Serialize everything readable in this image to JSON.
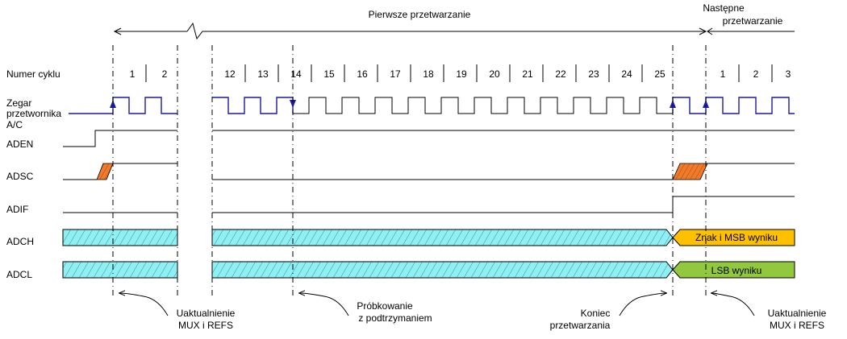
{
  "header": {
    "first_conversion": "Pierwsze przetwarzanie",
    "next_conversion_line1": "Następne",
    "next_conversion_line2": "przetwarzanie"
  },
  "signals": {
    "cycle_number": "Numer cyklu",
    "clock_line1": "Zegar",
    "clock_line2": "przetwornika",
    "clock_line3": "A/C",
    "aden": "ADEN",
    "adsc": "ADSC",
    "adif": "ADIF",
    "adch": "ADCH",
    "adcl": "ADCL"
  },
  "cycles": [
    "1",
    "2",
    "12",
    "13",
    "14",
    "15",
    "16",
    "17",
    "18",
    "19",
    "20",
    "21",
    "22",
    "23",
    "24",
    "25",
    "1",
    "2",
    "3"
  ],
  "results": {
    "adch_value": "Znak i MSB wyniku",
    "adcl_value": "LSB wyniku"
  },
  "annotations": {
    "mux_update_1_line1": "Uaktualnienie",
    "mux_update_1_line2": "MUX i REFS",
    "sample_hold_line1": "Próbkowanie",
    "sample_hold_line2": "z podtrzymaniem",
    "conversion_end_line1": "Koniec",
    "conversion_end_line2": "przetwarzania",
    "mux_update_2_line1": "Uaktualnienie",
    "mux_update_2_line2": "MUX i REFS"
  },
  "colors": {
    "clock": "#1a1aa6",
    "adsc_fill": "#f07a2a",
    "hatch_fill": "#8ff0f4",
    "msb_fill": "#ffc000",
    "lsb_fill": "#92c83e"
  }
}
